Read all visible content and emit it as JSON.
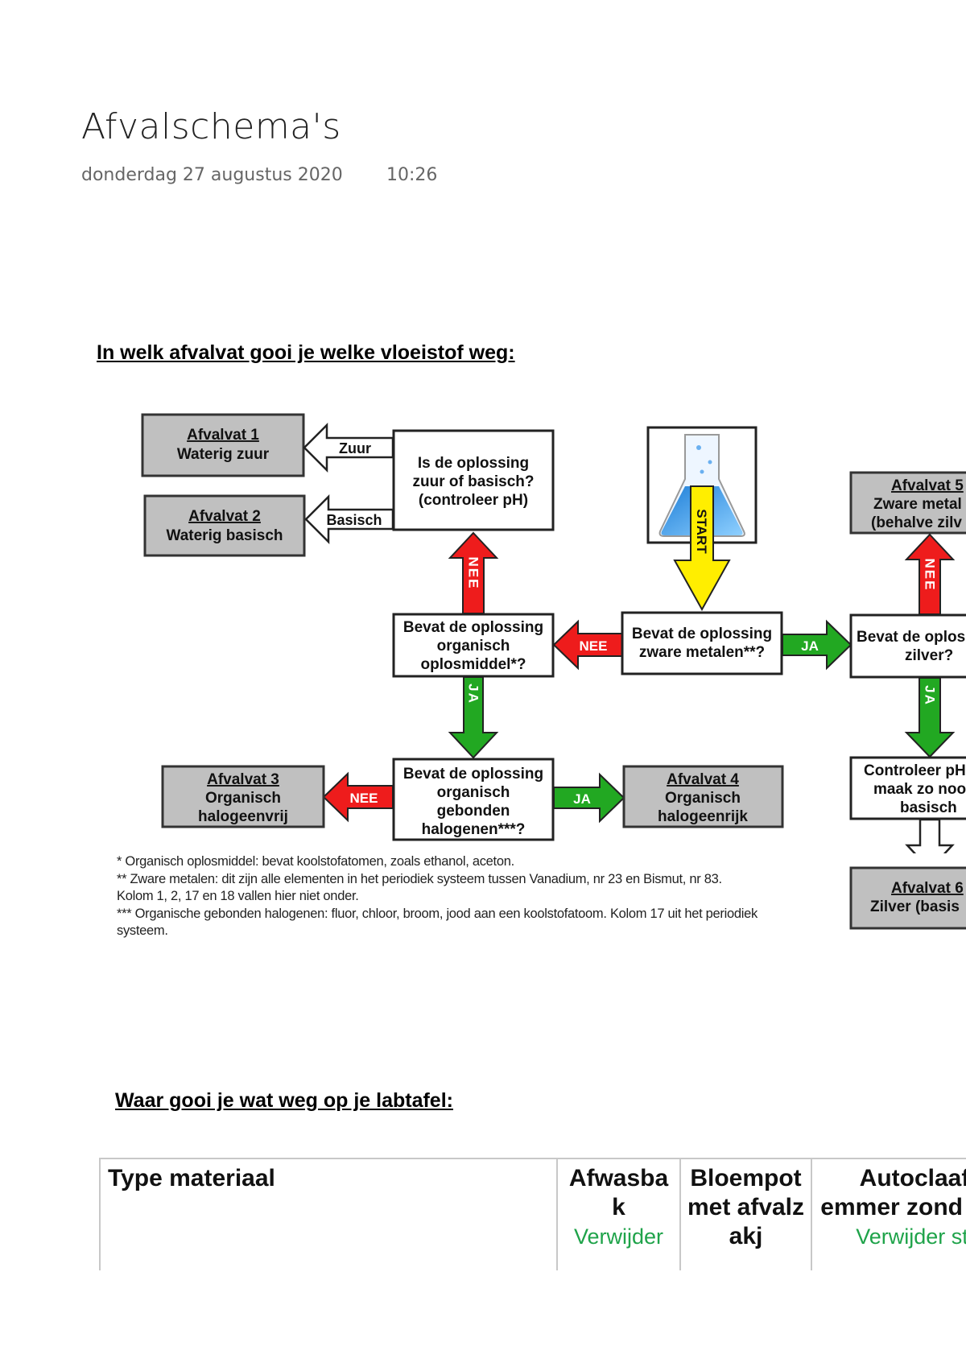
{
  "page": {
    "title": "Afvalschema's",
    "date": "donderdag 27 augustus 2020",
    "time": "10:26"
  },
  "section1": {
    "heading": "In welk afvalvat gooi je welke vloeistof weg:"
  },
  "flowchart": {
    "start_label": "START",
    "boxes": {
      "afvalvat1": [
        "Afvalvat 1",
        "Waterig zuur"
      ],
      "afvalvat2": [
        "Afvalvat 2",
        "Waterig basisch"
      ],
      "ph_question": [
        "Is de oplossing",
        "zuur of basisch?",
        "(controleer pH)"
      ],
      "organic_question": [
        "Bevat de oplossing",
        "organisch",
        "oplosmiddel*?"
      ],
      "metals_question": [
        "Bevat de oplossing",
        "zware metalen**?"
      ],
      "silver_question": [
        "Bevat de oplos",
        "zilver?"
      ],
      "halogen_question": [
        "Bevat de oplossing",
        "organisch",
        "gebonden",
        "halogenen***?"
      ],
      "afvalvat3": [
        "Afvalvat 3",
        "Organisch",
        "halogeenvrij"
      ],
      "afvalvat4": [
        "Afvalvat 4",
        "Organisch",
        "halogeenrijk"
      ],
      "afvalvat5": [
        "Afvalvat 5",
        "Zware metal",
        "(behalve zilv"
      ],
      "ph_control": [
        "Controleer pH",
        "maak zo noo",
        "basisch"
      ],
      "afvalvat6": [
        "Afvalvat 6",
        "Zilver (basis"
      ]
    },
    "arrows": {
      "zuur": "Zuur",
      "basisch": "Basisch",
      "nee": "NEE",
      "ja": "JA"
    },
    "colors": {
      "box_gray": "#c0c0c0",
      "arrow_red": "#ee1c1c",
      "arrow_green": "#22a822",
      "arrow_yellow": "#ffee00",
      "flask_blue": "#3aa0e8"
    }
  },
  "footnotes": [
    "* Organisch oplosmiddel: bevat koolstofatomen, zoals ethanol, aceton.",
    "** Zware metalen: dit zijn alle elementen in het periodiek systeem tussen Vanadium, nr 23 en Bismut, nr 83.",
    "Kolom 1, 2, 17 en 18 vallen hier niet onder.",
    "*** Organische gebonden halogenen: fluor, chloor, broom, jood aan een koolstofatoom. Kolom 17 uit het periodiek",
    "systeem."
  ],
  "section2": {
    "heading": "Waar gooi je wat weg op je labtafel:"
  },
  "table": {
    "headers": [
      {
        "label": "Type materiaal",
        "action": ""
      },
      {
        "label": "Afwasbak",
        "action": "Verwijder"
      },
      {
        "label": "Bloempot met afvalzakj",
        "action": ""
      },
      {
        "label": "Autoclaaf emmer zond zak",
        "action": "Verwijder sti"
      }
    ]
  }
}
